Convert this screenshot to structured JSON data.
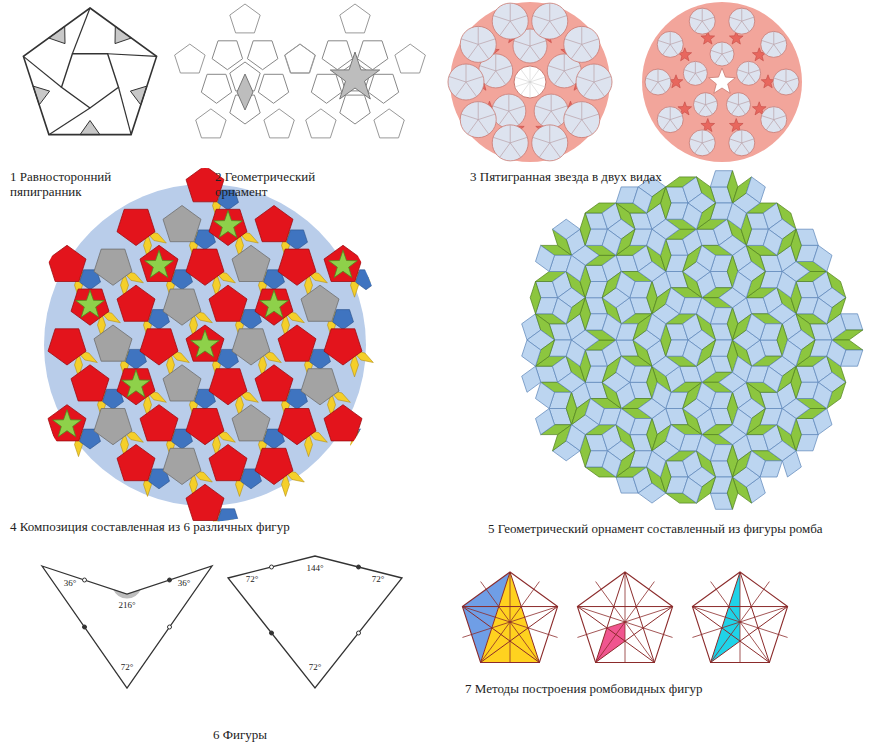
{
  "diagram": {
    "labels": [
      "1 Равносторонний пяпигранник",
      "2 Геометрический орнамент",
      "3 Пятигранная звезда в двух видах",
      "4 Композиция составленная из 6 различных фигур",
      "5 Геометрический орнамент составленный из фигуры ромба",
      "36°",
      "36°",
      "216°",
      "72°",
      "72°",
      "144°",
      "72°",
      "72°",
      "7 Методы построения ромбовидных фигур",
      "6 Фигуры"
    ]
  }
}
